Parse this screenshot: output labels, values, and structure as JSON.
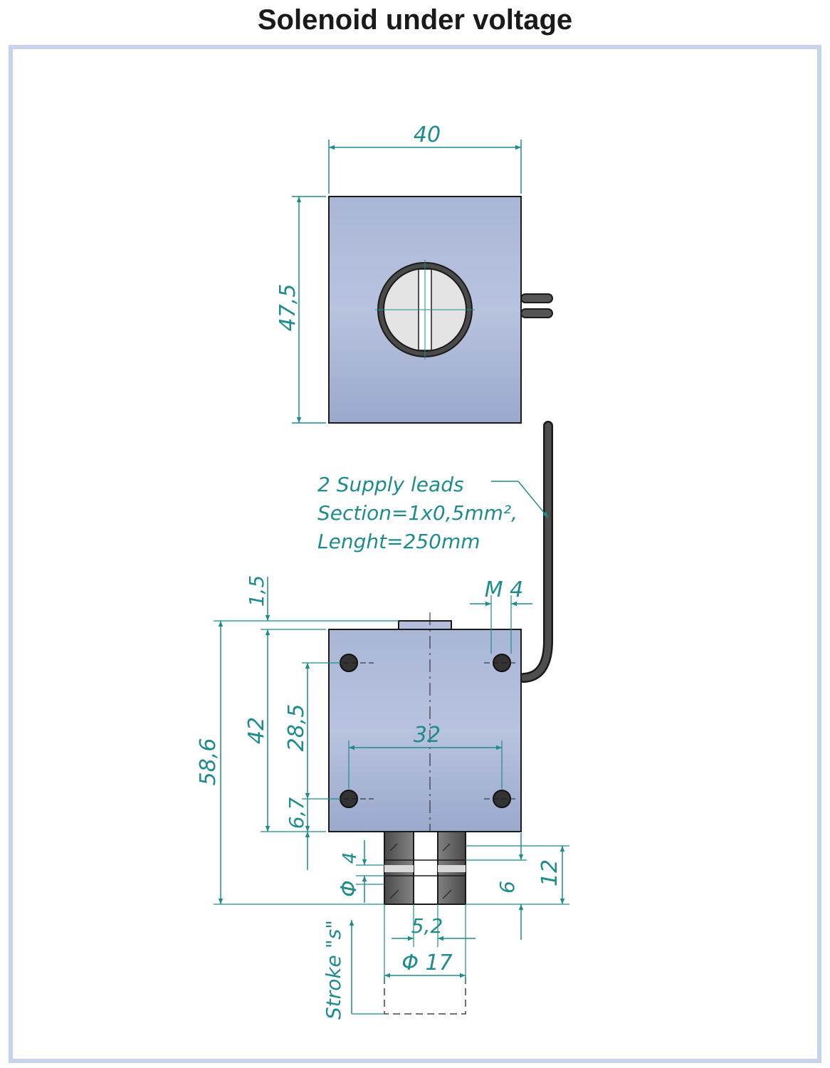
{
  "title": "Solenoid under voltage",
  "colors": {
    "body_fill": "#b2bedb",
    "dimension": "#1e8c8c",
    "outline": "#1a1a1a",
    "frame": "#c7d3ea"
  },
  "dimensions": {
    "top_width": "40",
    "top_height": "47,5",
    "offset_top": "1,5",
    "overall_height": "58,6",
    "body_height": "42",
    "hole_spacing_v": "28,5",
    "hole_spacing_h": "32",
    "hole_offset": "6,7",
    "thread": "M 4",
    "plunger_4": "4",
    "plunger_phi": "Φ",
    "plunger_6": "6",
    "plunger_12": "12",
    "slot_width": "5,2",
    "plunger_dia": "Φ 17",
    "stroke": "Stroke \"s\""
  },
  "leads_note": {
    "line1": "2 Supply leads",
    "line2": "Section=1x0,5mm²,",
    "line3": "Lenght=250mm"
  }
}
